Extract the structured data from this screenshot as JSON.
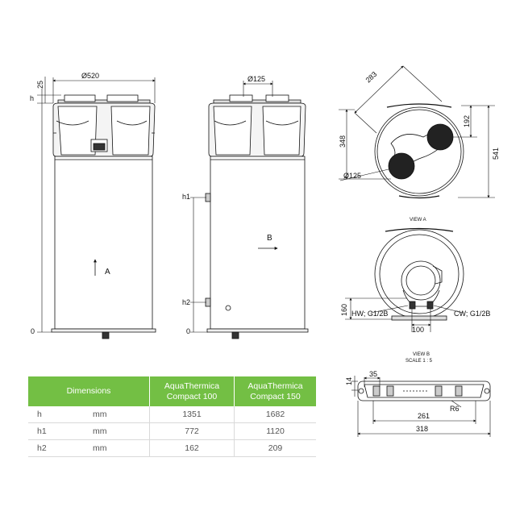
{
  "front_view": {
    "diameter_label": "Ø520",
    "dim_25": "25",
    "dim_h": "h",
    "dim_0": "0",
    "view_arrow": "A"
  },
  "side_view": {
    "diameter_label": "Ø125",
    "h1": "h1",
    "h2": "h2",
    "dim_0": "0",
    "view_arrow": "B"
  },
  "top_view": {
    "dim_283": "283",
    "dim_348": "348",
    "dim_192": "192",
    "dim_541": "541",
    "duct_label": "Ø125"
  },
  "view_a": {
    "title": "VIEW A",
    "dim_160": "160",
    "hw_label": "HW; G1/2B",
    "cw_label": "CW; G1/2B",
    "dim_100": "100"
  },
  "view_b": {
    "title": "VIEW B",
    "scale": "SCALE 1 : 5",
    "dim_14": "14",
    "dim_35": "35",
    "dim_r6": "R6",
    "dim_261": "261",
    "dim_318": "318"
  },
  "table": {
    "header_dimensions": "Dimensions",
    "header_col1_line1": "AquaThermica",
    "header_col1_line2": "Compact 100",
    "header_col2_line1": "AquaThermica",
    "header_col2_line2": "Compact 150",
    "rows": [
      {
        "name": "h",
        "unit": "mm",
        "v1": "1351",
        "v2": "1682"
      },
      {
        "name": "h1",
        "unit": "mm",
        "v1": "772",
        "v2": "1120"
      },
      {
        "name": "h2",
        "unit": "mm",
        "v1": "162",
        "v2": "209"
      }
    ]
  },
  "colors": {
    "header_green": "#73bf44",
    "line": "#111111",
    "fill_dark": "#222222"
  }
}
